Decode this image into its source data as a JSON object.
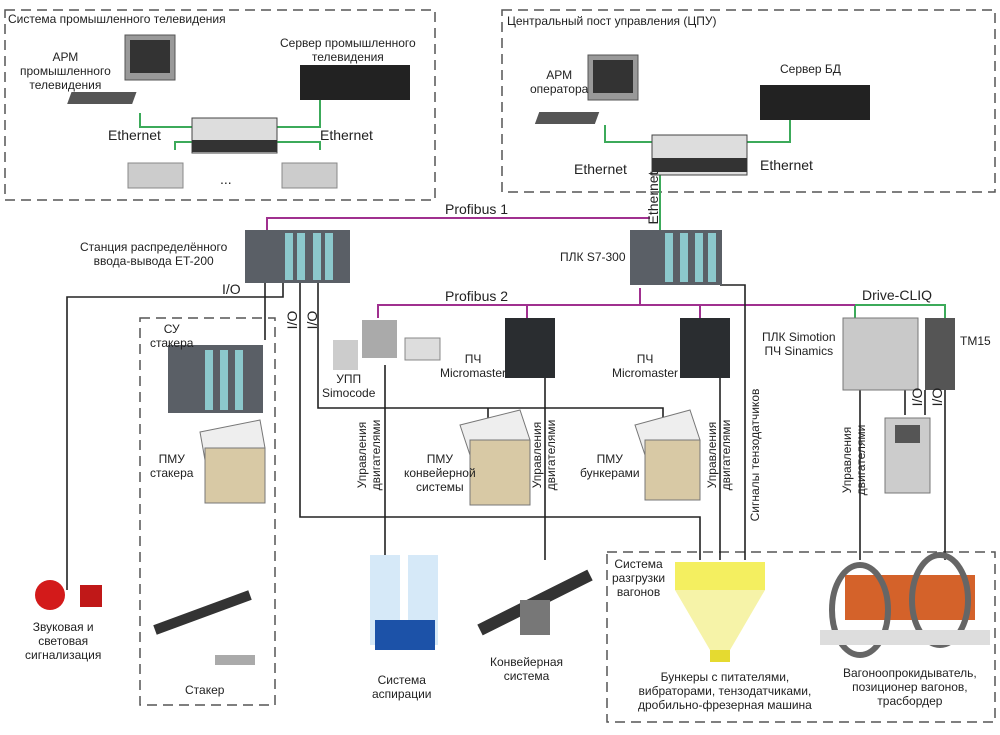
{
  "groups": {
    "cctv": {
      "title": "Система промышленного телевидения",
      "workstation": "АРМ\nпромышленного\nтелевидения",
      "server": "Сервер промышленного\nтелевидения",
      "eth_left": "Ethernet",
      "eth_right": "Ethernet",
      "ellipsis": "..."
    },
    "cpu": {
      "title": "Центральный пост управления (ЦПУ)",
      "workstation": "АРМ\nоператора",
      "server": "Сервер БД",
      "eth_left": "Ethernet",
      "eth_right": "Ethernet",
      "eth_vertical": "Ethernet"
    },
    "stacker": {
      "cu": "СУ\nстакера",
      "pmu": "ПМУ\nстакера",
      "stacker": "Стакер"
    },
    "unload": {
      "title": "Система\nразгрузки\nвагонов",
      "bunkers": "Бункеры с питателями,\nвибраторами, тензодатчиками,\nдробильно-фрезерная машина",
      "tippler": "Вагоноопрокидыватель,\nпозиционер вагонов,\nтрасбордер"
    }
  },
  "buses": {
    "profibus1": "Profibus 1",
    "profibus2": "Profibus 2",
    "drivecliq": "Drive-CLIQ"
  },
  "devices": {
    "et200": "Станция распределённого\nввода-вывода ET-200",
    "plc": "ПЛК S7-300",
    "simocode": "УПП\nSimocode",
    "vfd1": "ПЧ\nMicromaster",
    "vfd2": "ПЧ\nMicromaster",
    "simotion": "ПЛК Simotion\nПЧ Sinamics",
    "tm15": "TM15",
    "pmu_conv": "ПМУ\nконвейерной\nсистемы",
    "pmu_bunk": "ПМУ\nбункерами",
    "alarm": "Звуковая и\nсветовая\nсигнализация",
    "aspiration": "Система\nаспирации",
    "conveyor": "Конвейерная\nсистема"
  },
  "signals": {
    "io1": "I/O",
    "io2": "I/O",
    "io3": "I/O",
    "io4": "I/O",
    "io5": "I/O",
    "motor1": "Управления\nдвигателями",
    "motor2": "Управления\nдвигателями",
    "motor3": "Управления\nдвигателями",
    "motor4": "Управления\nдвигателями",
    "strain": "Сигналы тензодатчиков"
  },
  "colors": {
    "profibus": "#a0308f",
    "ethernet": "#3caa5a",
    "drivecliq": "#3caa5a",
    "wire": "#222222"
  }
}
